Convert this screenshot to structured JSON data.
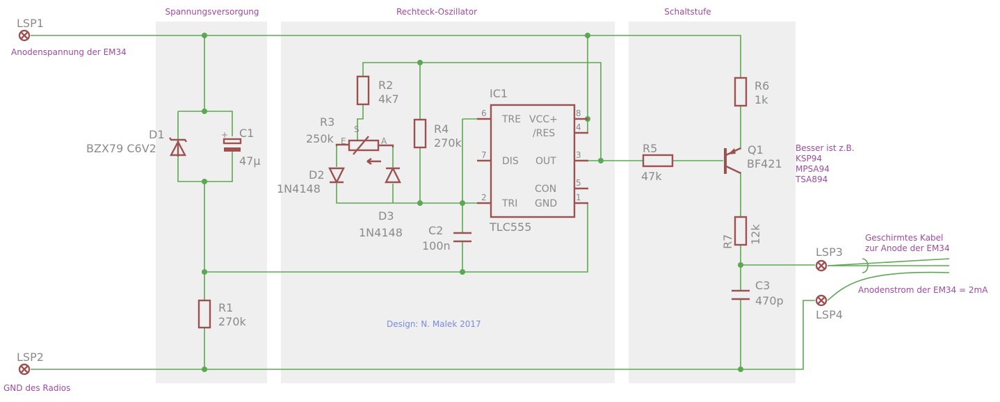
{
  "sections": {
    "power": "Spannungsversorgung",
    "oscillator": "Rechteck-Oszillator",
    "switch": "Schaltstufe"
  },
  "connectors": {
    "lsp1": {
      "name": "LSP1",
      "desc": "Anodenspannung der EM34"
    },
    "lsp2": {
      "name": "LSP2",
      "desc": "GND des Radios"
    },
    "lsp3": {
      "name": "LSP3"
    },
    "lsp4": {
      "name": "LSP4"
    }
  },
  "components": {
    "d1": {
      "ref": "D1",
      "value": "BZX79 C6V2"
    },
    "c1": {
      "ref": "C1",
      "value": "47µ",
      "polarity": "+"
    },
    "r1": {
      "ref": "R1",
      "value": "270k"
    },
    "r2": {
      "ref": "R2",
      "value": "4k7"
    },
    "r3": {
      "ref": "R3",
      "value": "250k",
      "pin_s": "S",
      "pin_e": "E",
      "pin_a": "A"
    },
    "r4": {
      "ref": "R4",
      "value": "270k"
    },
    "d2": {
      "ref": "D2",
      "value": "1N4148"
    },
    "d3": {
      "ref": "D3",
      "value": "1N4148"
    },
    "c2": {
      "ref": "C2",
      "value": "100n"
    },
    "ic1": {
      "ref": "IC1",
      "value": "TLC555",
      "pins": {
        "tre": "TRE",
        "dis": "DIS",
        "tri": "TRI",
        "vcc": "VCC+",
        "res": "/RES",
        "out": "OUT",
        "con": "CON",
        "gnd": "GND",
        "n6": "6",
        "n7": "7",
        "n2": "2",
        "n8": "8",
        "n4": "4",
        "n3": "3",
        "n5": "5",
        "n1": "1"
      }
    },
    "r5": {
      "ref": "R5",
      "value": "47k"
    },
    "r6": {
      "ref": "R6",
      "value": "1k"
    },
    "q1": {
      "ref": "Q1",
      "value": "BF421"
    },
    "r7": {
      "ref": "R7",
      "value": "12k"
    },
    "c3": {
      "ref": "C3",
      "value": "470p"
    }
  },
  "notes": {
    "alternatives": [
      "Besser ist z.B.",
      "KSP94",
      "MPSA94",
      "TSA894"
    ],
    "cable": [
      "Geschirmtes Kabel",
      "zur Anode der EM34"
    ],
    "current": "Anodenstrom der EM34 = 2mA",
    "design": "Design: N. Malek  2017"
  },
  "colors": {
    "wire": "#5aa84f",
    "component": "#9c5050",
    "label": "#8a8a8a",
    "annotation": "#a04aa0",
    "credit": "#7a8ae0",
    "section_background": "#efefef"
  }
}
